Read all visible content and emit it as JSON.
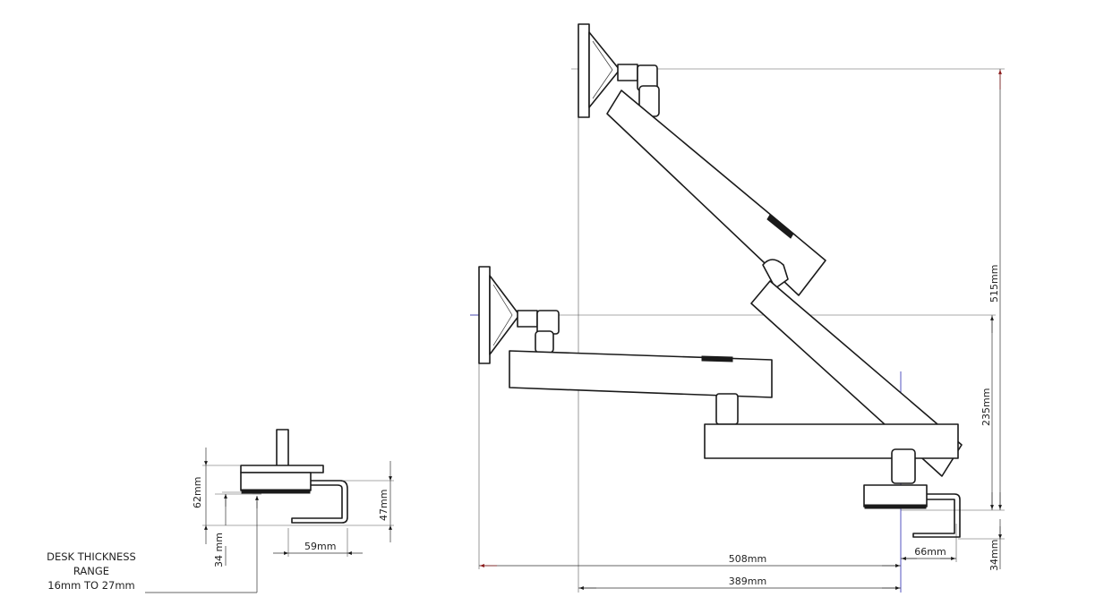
{
  "dimensions": {
    "height_total": "515mm",
    "height_lower": "235mm",
    "clamp_bottom": "34mm",
    "reach_max": "508mm",
    "reach_min": "389mm",
    "clamp_offset": "66mm"
  },
  "clamp_detail": {
    "height_62": "62mm",
    "height_47": "47mm",
    "depth_34": "34 mm",
    "width_59": "59mm"
  },
  "desk_note": {
    "line1": "DESK THICKNESS",
    "line2": "RANGE",
    "line3": "16mm TO 27mm"
  },
  "colors": {
    "line": "#1a1a1a",
    "arrow_accent": "#8b1a1a",
    "guide_accent": "#2b2bb3"
  }
}
